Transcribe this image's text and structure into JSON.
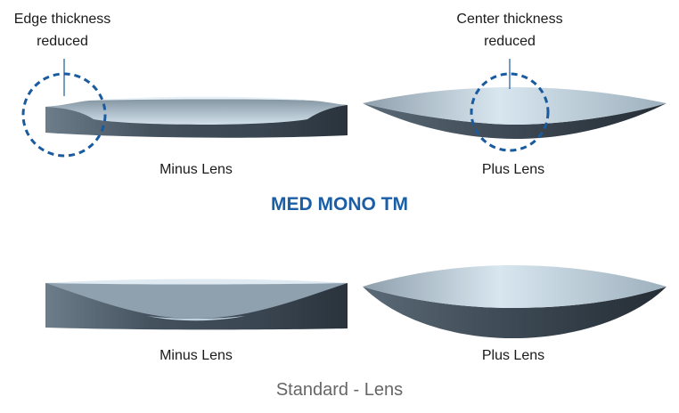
{
  "top": {
    "edge_note_line1": "Edge thickness",
    "edge_note_line2": "reduced",
    "center_note_line1": "Center thickness",
    "center_note_line2": "reduced",
    "minus_caption": "Minus Lens",
    "plus_caption": "Plus Lens",
    "title": "MED MONO TM"
  },
  "bottom": {
    "minus_caption": "Minus Lens",
    "plus_caption": "Plus Lens",
    "title": "Standard - Lens"
  },
  "colors": {
    "accent_blue": "#1a5a9e",
    "title_blue": "#1b5ea6",
    "title_gray": "#666666",
    "lens_dark": "#3e4b57",
    "lens_light": "#dce9f2"
  }
}
